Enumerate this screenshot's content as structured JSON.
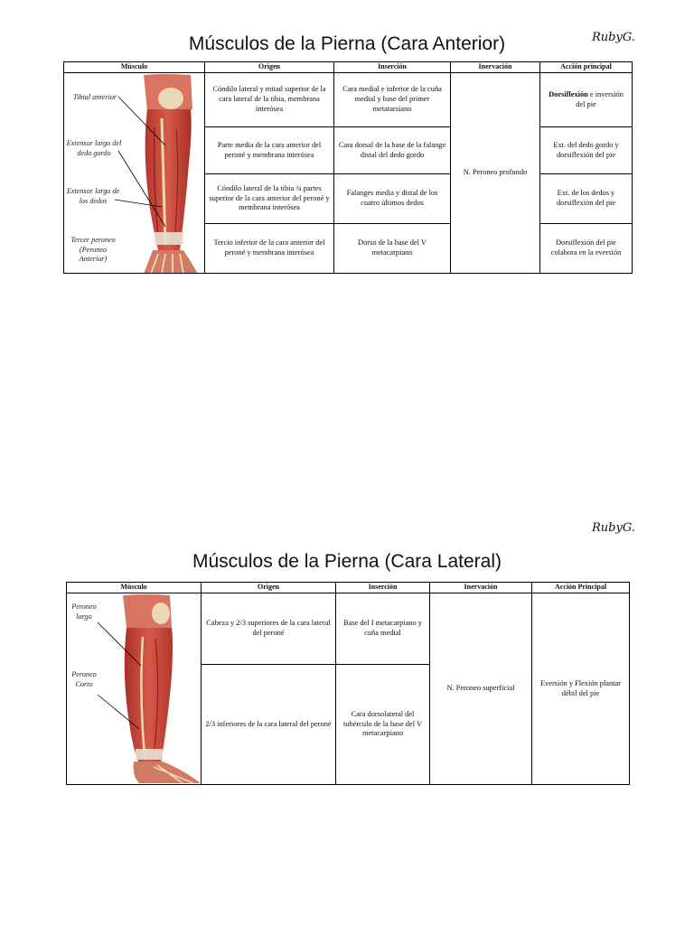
{
  "section1": {
    "title": "Músculos de la Pierna (Cara Anterior)",
    "signature": "RubyG.",
    "headers": [
      "Músculo",
      "Origen",
      "Inserción",
      "Inervación",
      "Acción principal"
    ],
    "muscle_labels": {
      "tibial": "Tibial anterior",
      "ext_dedo_gordo": "Extensor largo del dedo gordo",
      "ext_dedos": "Extensor largo de los dedos",
      "tercer_peroneo": "Tercer peroneo (Peroneo Anterior)"
    },
    "rows": [
      {
        "origen": "Cóndilo lateral y mitad superior de la cara lateral de la tibia, membrana interósea",
        "insercion": "Cara medial e inferior de la cuña medial y base del primer metatarsiano",
        "accion_bold": "Dorsiflexión",
        "accion_rest": " e inversión del pie"
      },
      {
        "origen": "Parte media de la cara anterior del peroné y membrana interósea",
        "insercion": "Cara dorsal de la base de la falange distal del dedo gordo",
        "accion": "Ext. del dedo gordo y dorsiflexión del pie"
      },
      {
        "origen": "Cóndilo lateral de la tibia ¾ partes superior de la cara anterior del peroné y membrana interósea",
        "insercion": "Falanges media y distal de los cuatro últimos dedos",
        "accion": "Ext. de los dedos y dorsiflexión del pie"
      },
      {
        "origen": "Tercio inferior de la cara anterior del peroné y membrana interósea",
        "insercion": "Dorso de la base del V metacarpiano",
        "accion": "Dorsiflexión del pie colabora en la eversión"
      }
    ],
    "inervacion": "N. Peroneo profundo"
  },
  "section2": {
    "title": "Músculos de la Pierna (Cara Lateral)",
    "signature": "RubyG.",
    "headers": [
      "Músculo",
      "Origen",
      "Inserción",
      "Inervación",
      "Acción Principal"
    ],
    "muscle_labels": {
      "peroneo_largo": "Peroneo largo",
      "peroneo_corto": "Peroneo Corto"
    },
    "rows": [
      {
        "origen": "Cabeza y 2/3 superiores de la cara lateral del peroné",
        "insercion": "Base del I metacarpiano y cuña medial"
      },
      {
        "origen": "2/3 inferiores de la cara lateral del peroné",
        "insercion": "Cara dorsolateral del tubérculo de la base del V metacarpiano"
      }
    ],
    "inervacion": "N. Peroneo superficial",
    "accion": "Eversión y Flexión plantar débil del pie"
  }
}
